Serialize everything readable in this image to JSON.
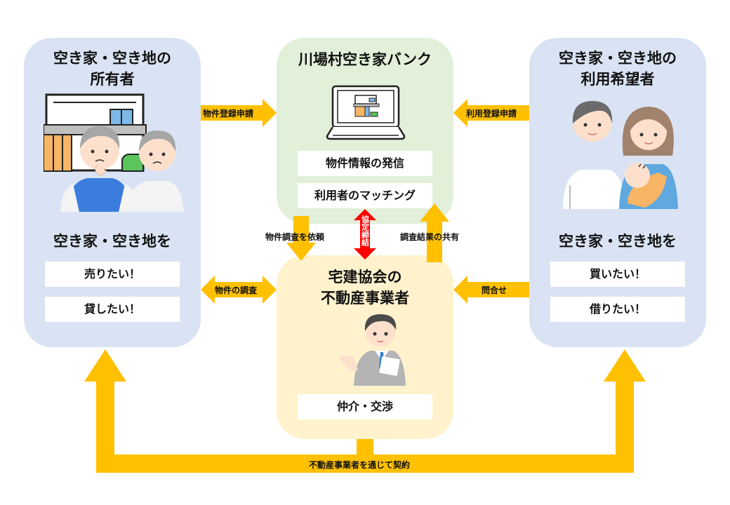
{
  "owner_panel": {
    "title_line1": "空き家・空き地の",
    "title_line2": "所有者",
    "subtitle": "空き家・空き地を",
    "wishes": [
      "売りたい！",
      "貸したい！"
    ],
    "illustration": "elderly-couple-and-house-illustration"
  },
  "bank_panel": {
    "title": "川場村空き家バンク",
    "illustration": "laptop-house-listing-illustration",
    "roles": [
      "物件情報の発信",
      "利用者のマッチング"
    ]
  },
  "user_panel": {
    "title_line1": "空き家・空き地の",
    "title_line2": "利用希望者",
    "subtitle": "空き家・空き地を",
    "wishes": [
      "買いたい！",
      "借りたい！"
    ],
    "illustration": "young-family-illustration"
  },
  "agent_panel": {
    "title_line1": "宅建協会の",
    "title_line2": "不動産事業者",
    "illustration": "real-estate-agent-illustration",
    "role": "仲介・交渉"
  },
  "arrows": {
    "property_registration": "物件登録申請",
    "user_registration": "利用登録申請",
    "request_survey": "物件調査を依頼",
    "agreement": "協定締結",
    "share_results": "調査結果の共有",
    "property_survey": "物件の調査",
    "inquiry": "問合せ",
    "contract": "不動産事業者を通じて契約"
  },
  "colors": {
    "arrow": "#ffc000",
    "agreement_arrow": "#ff0000",
    "owner_bg": "#dae3f3",
    "bank_bg": "#e2efd9",
    "agent_bg": "#fff2cc"
  }
}
